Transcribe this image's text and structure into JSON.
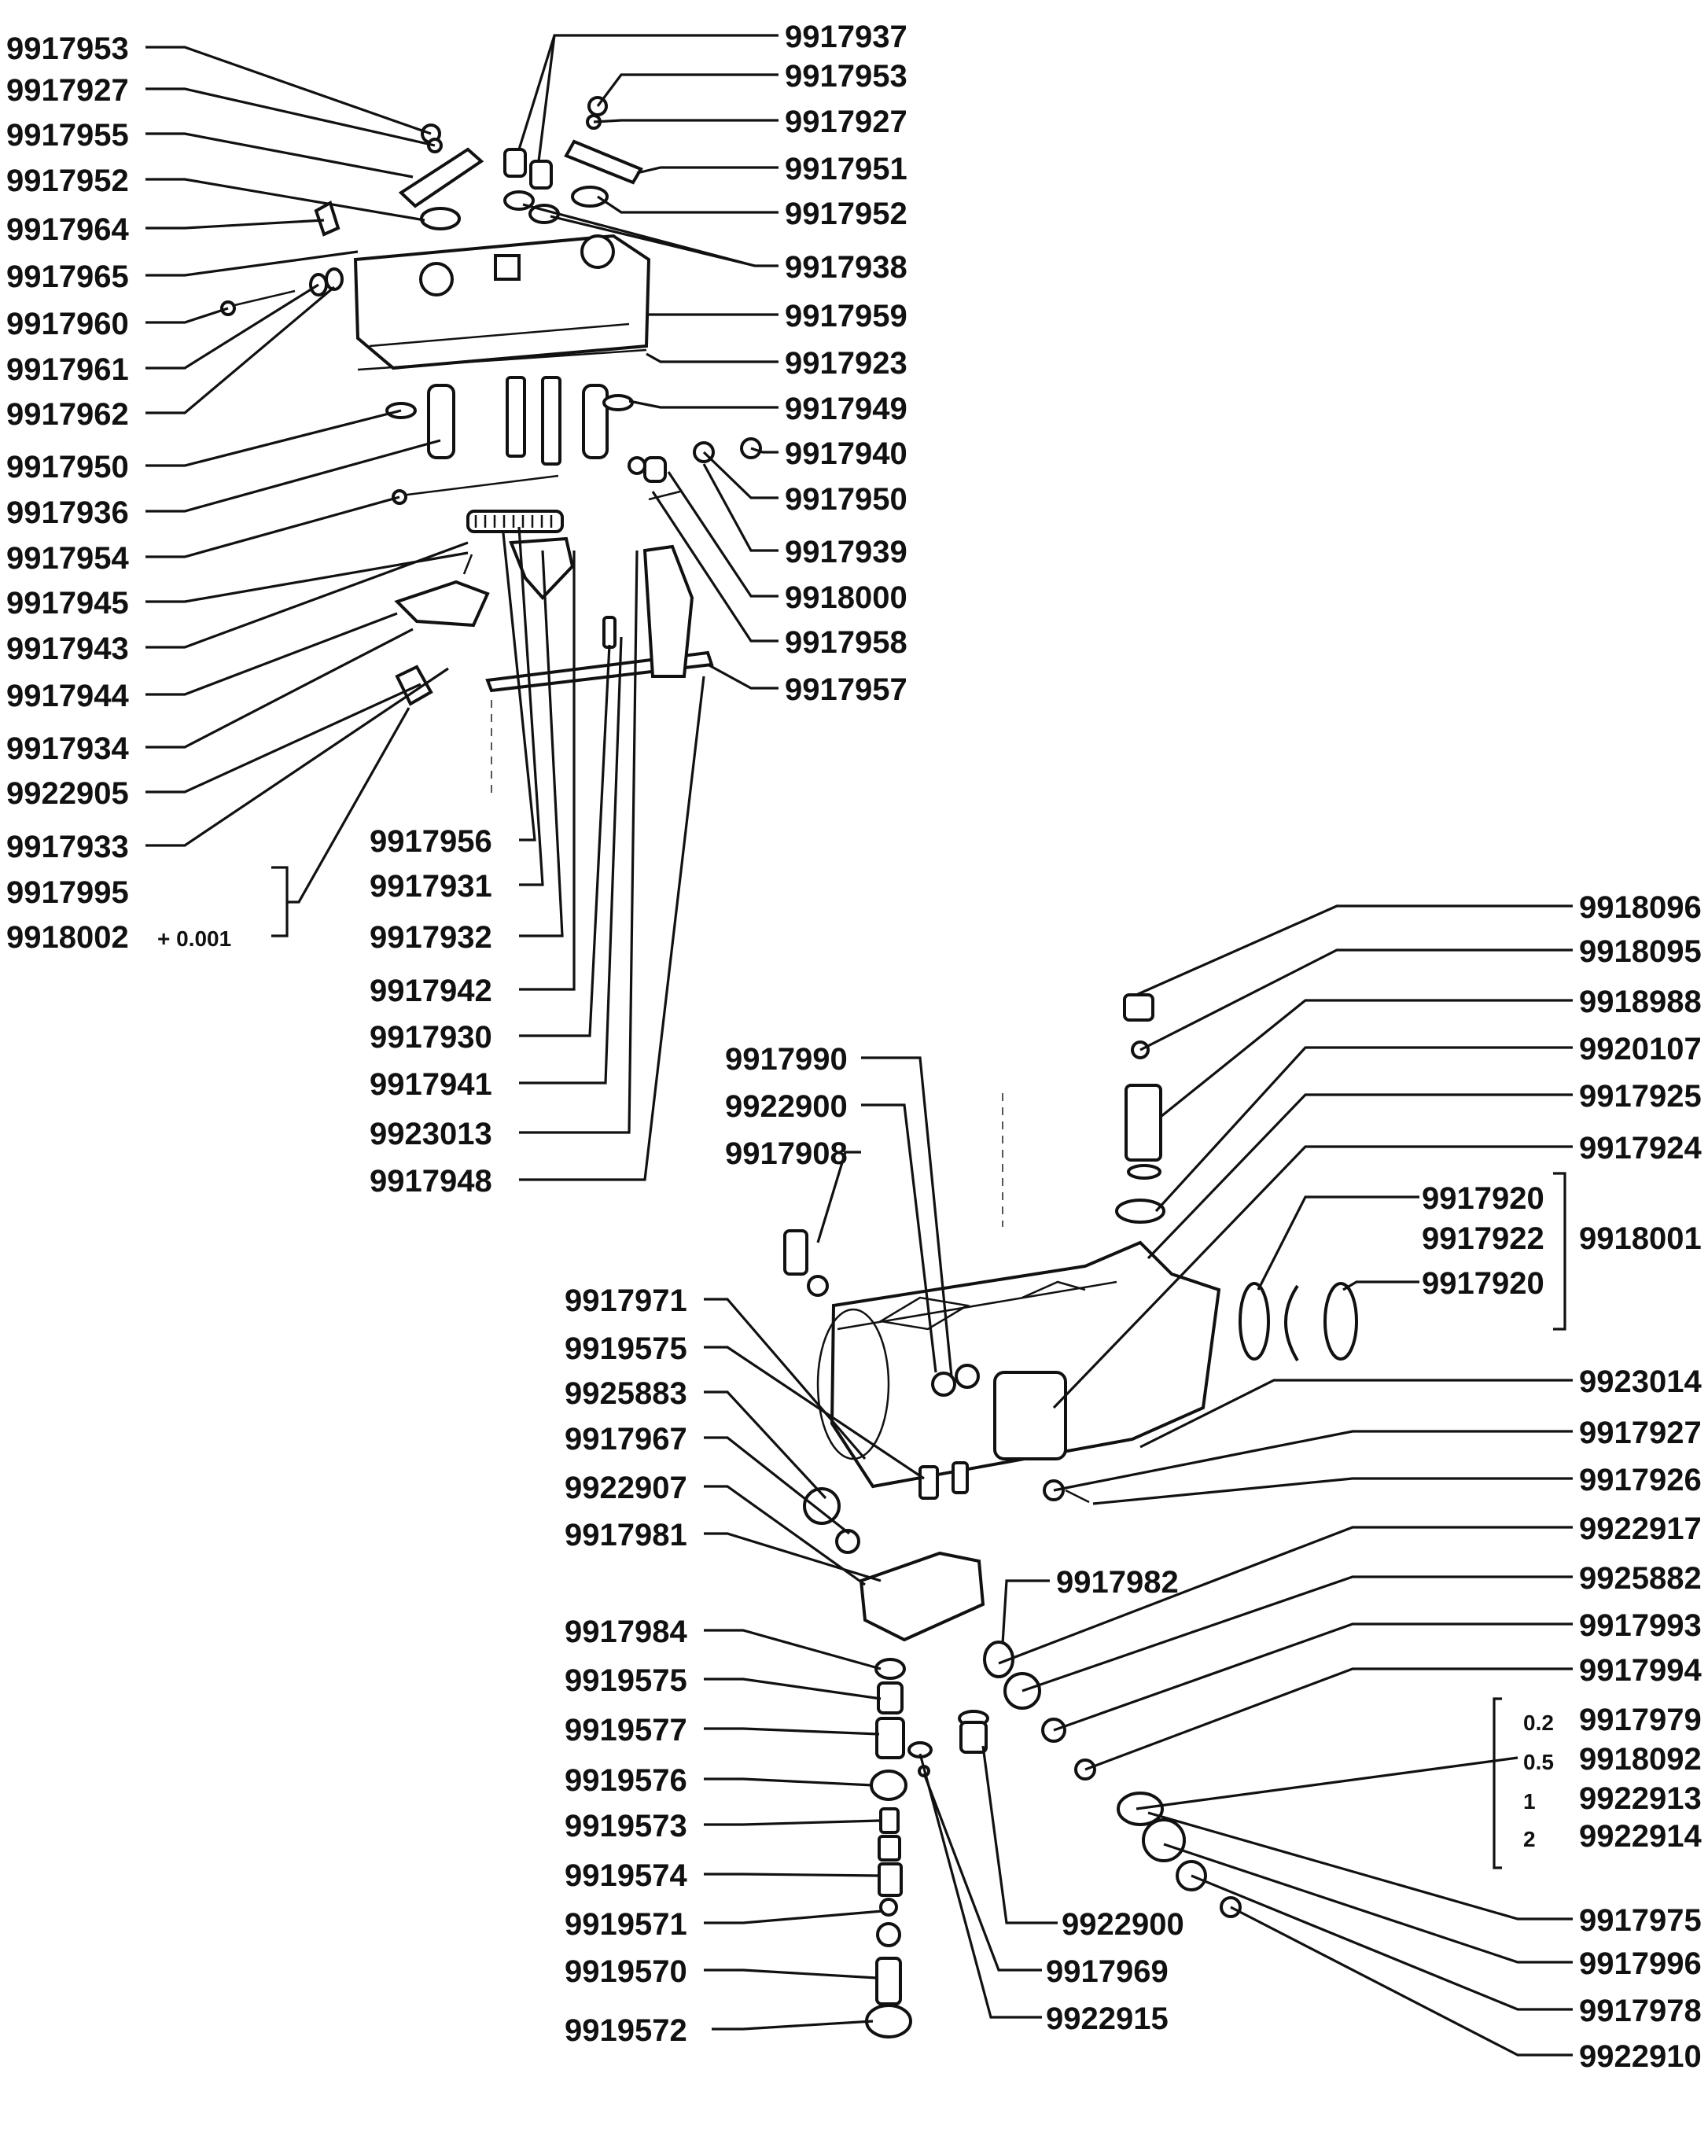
{
  "labels": {
    "p9917953a": "9917953",
    "p9917927a": "9917927",
    "p9917955": "9917955",
    "p9917952a": "9917952",
    "p9917964": "9917964",
    "p9917965": "9917965",
    "p9917960": "9917960",
    "p9917961": "9917961",
    "p9917962": "9917962",
    "p9917950a": "9917950",
    "p9917936": "9917936",
    "p9917954": "9917954",
    "p9917945": "9917945",
    "p9917943": "9917943",
    "p9917944": "9917944",
    "p9917934": "9917934",
    "p9922905": "9922905",
    "p9917933": "9917933",
    "p9917995": "9917995",
    "p9918002": "9918002",
    "p9918002_note": "+ 0.001",
    "p9917937": "9917937",
    "p9917953b": "9917953",
    "p9917927b": "9917927",
    "p9917951": "9917951",
    "p9917952b": "9917952",
    "p9917938": "9917938",
    "p9917959": "9917959",
    "p9917923": "9917923",
    "p9917949": "9917949",
    "p9917940": "9917940",
    "p9917950b": "9917950",
    "p9917939": "9917939",
    "p9918000": "9918000",
    "p9917958": "9917958",
    "p9917957": "9917957",
    "p9917956": "9917956",
    "p9917931": "9917931",
    "p9917932": "9917932",
    "p9917942": "9917942",
    "p9917930": "9917930",
    "p9917941": "9917941",
    "p9923013": "9923013",
    "p9917948": "9917948",
    "p9918096": "9918096",
    "p9918095": "9918095",
    "p9918988": "9918988",
    "p9920107": "9920107",
    "p9917925": "9917925",
    "p9917924": "9917924",
    "p9917920a": "9917920",
    "p9917922": "9917922",
    "p9917920b": "9917920",
    "p9918001": "9918001",
    "p9923014": "9923014",
    "p9917927c": "9917927",
    "p9917926": "9917926",
    "p9922917": "9922917",
    "p9925882": "9925882",
    "p9917993": "9917993",
    "p9917994": "9917994",
    "s02": "0.2",
    "p9917979": "9917979",
    "s05": "0.5",
    "p9918092": "9918092",
    "s1": "1",
    "p9922913": "9922913",
    "s2": "2",
    "p9922914": "9922914",
    "p9917975": "9917975",
    "p9917996": "9917996",
    "p9917978": "9917978",
    "p9922910": "9922910",
    "p9917990": "9917990",
    "p9922900a": "9922900",
    "p9917908": "9917908",
    "p9917971": "9917971",
    "p9919575a": "9919575",
    "p9925883": "9925883",
    "p9917967": "9917967",
    "p9922907": "9922907",
    "p9917981": "9917981",
    "p9917982": "9917982",
    "p9917984": "9917984",
    "p9919575b": "9919575",
    "p9919577": "9919577",
    "p9919576": "9919576",
    "p9919573": "9919573",
    "p9919574": "9919574",
    "p9919571": "9919571",
    "p9919570": "9919570",
    "p9919572": "9919572",
    "p9922900b": "9922900",
    "p9917969": "9917969",
    "p9922915": "9922915"
  }
}
